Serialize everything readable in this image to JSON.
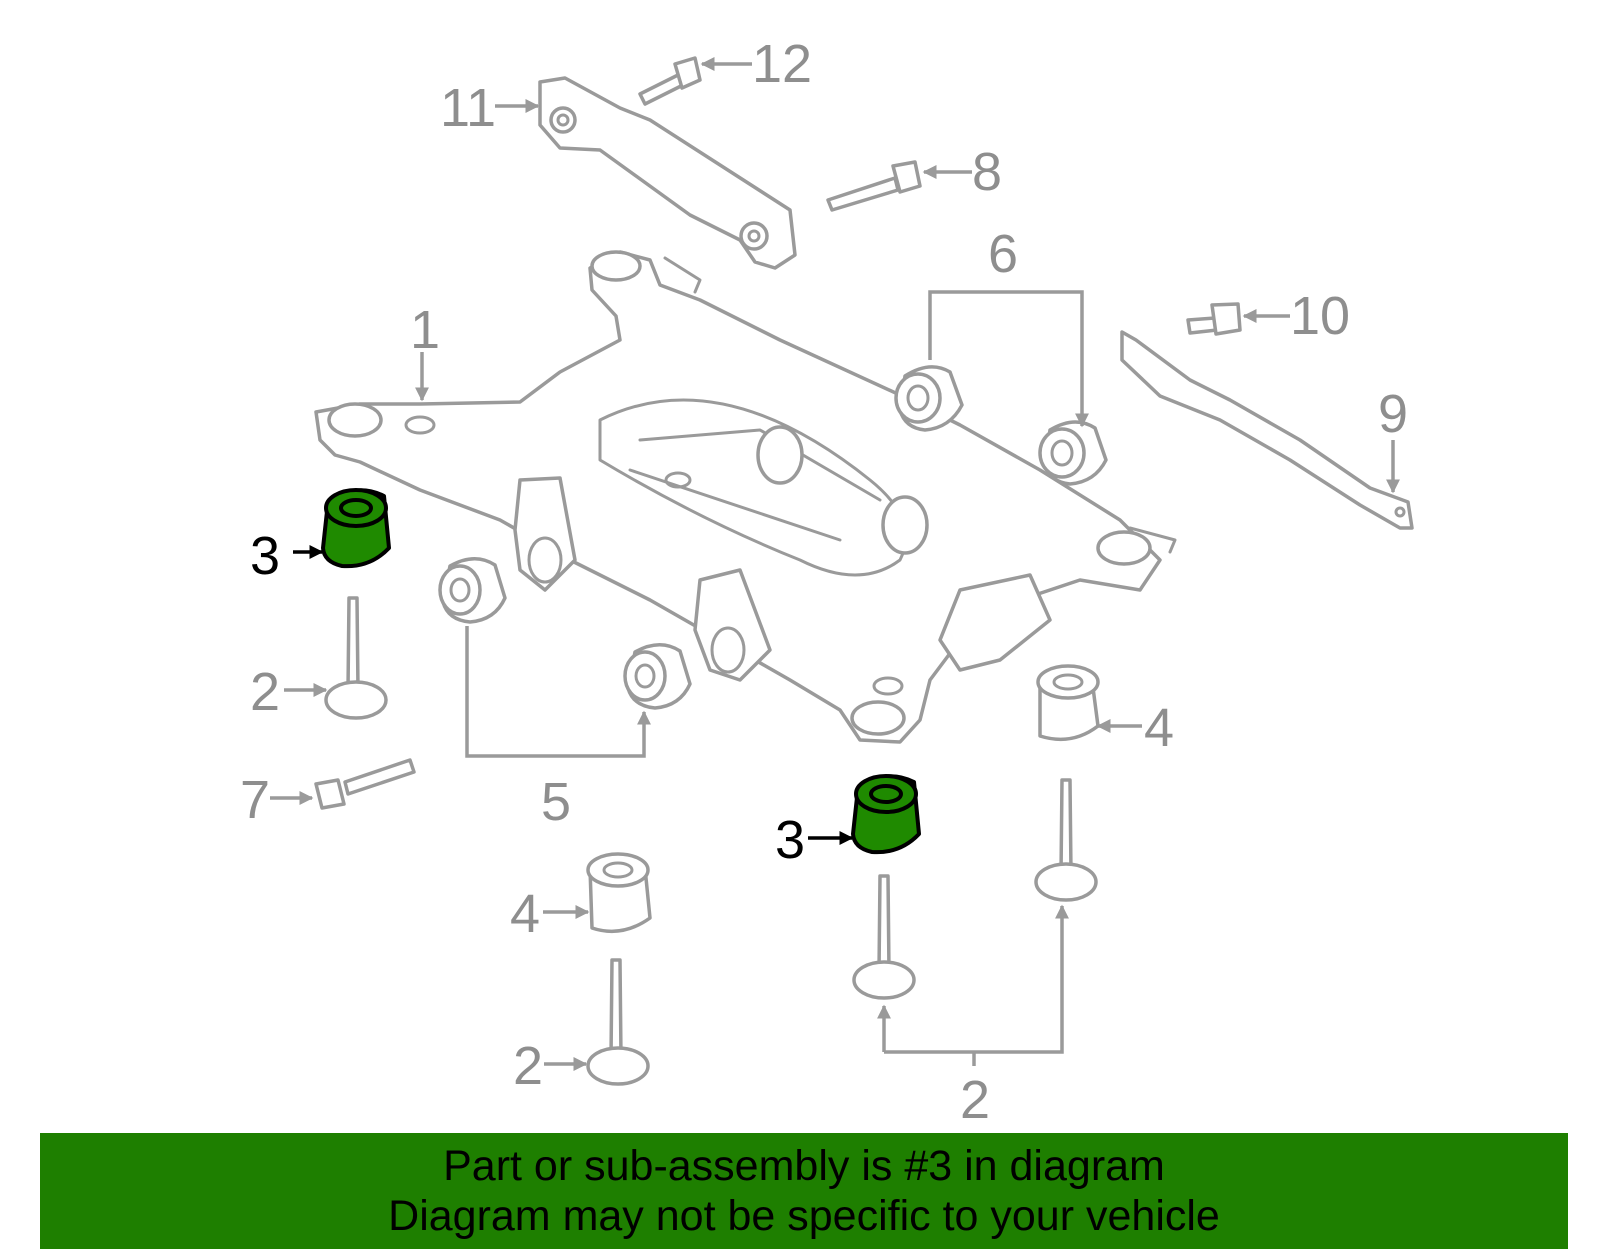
{
  "diagram": {
    "callouts": {
      "c1": "1",
      "c2a": "2",
      "c2b": "2",
      "c2c": "2",
      "c3a": "3",
      "c3b": "3",
      "c4a": "4",
      "c4b": "4",
      "c5": "5",
      "c6": "6",
      "c7": "7",
      "c8": "8",
      "c9": "9",
      "c10": "10",
      "c11": "11",
      "c12": "12"
    },
    "highlight_color": "#1f8a00",
    "line_color": "#9a9a9a"
  },
  "banner": {
    "line1": "Part or sub-assembly is #3 in diagram",
    "line2": "Diagram may not be specific to your vehicle",
    "background": "#1e7f00"
  }
}
